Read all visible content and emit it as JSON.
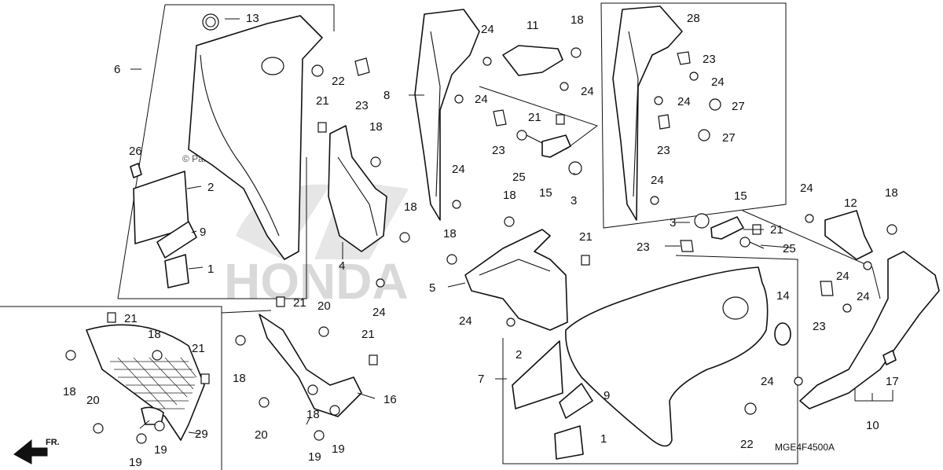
{
  "watermark": {
    "brand": "HONDA",
    "site": "© Partzilla.com"
  },
  "diagram_code": "MGE4F4500A",
  "direction_label": "FR.",
  "callouts": {
    "c1": "1",
    "c2": "2",
    "c3": "3",
    "c4": "4",
    "c5": "5",
    "c6": "6",
    "c7": "7",
    "c8": "8",
    "c9": "9",
    "c10": "10",
    "c11": "11",
    "c12": "12",
    "c13": "13",
    "c14": "14",
    "c15": "15",
    "c16": "16",
    "c17": "17",
    "c18": "18",
    "c19": "19",
    "c20": "20",
    "c21": "21",
    "c22": "22",
    "c23": "23",
    "c24": "24",
    "c25": "25",
    "c26": "26",
    "c27": "27",
    "c28": "28",
    "c29": "29"
  }
}
